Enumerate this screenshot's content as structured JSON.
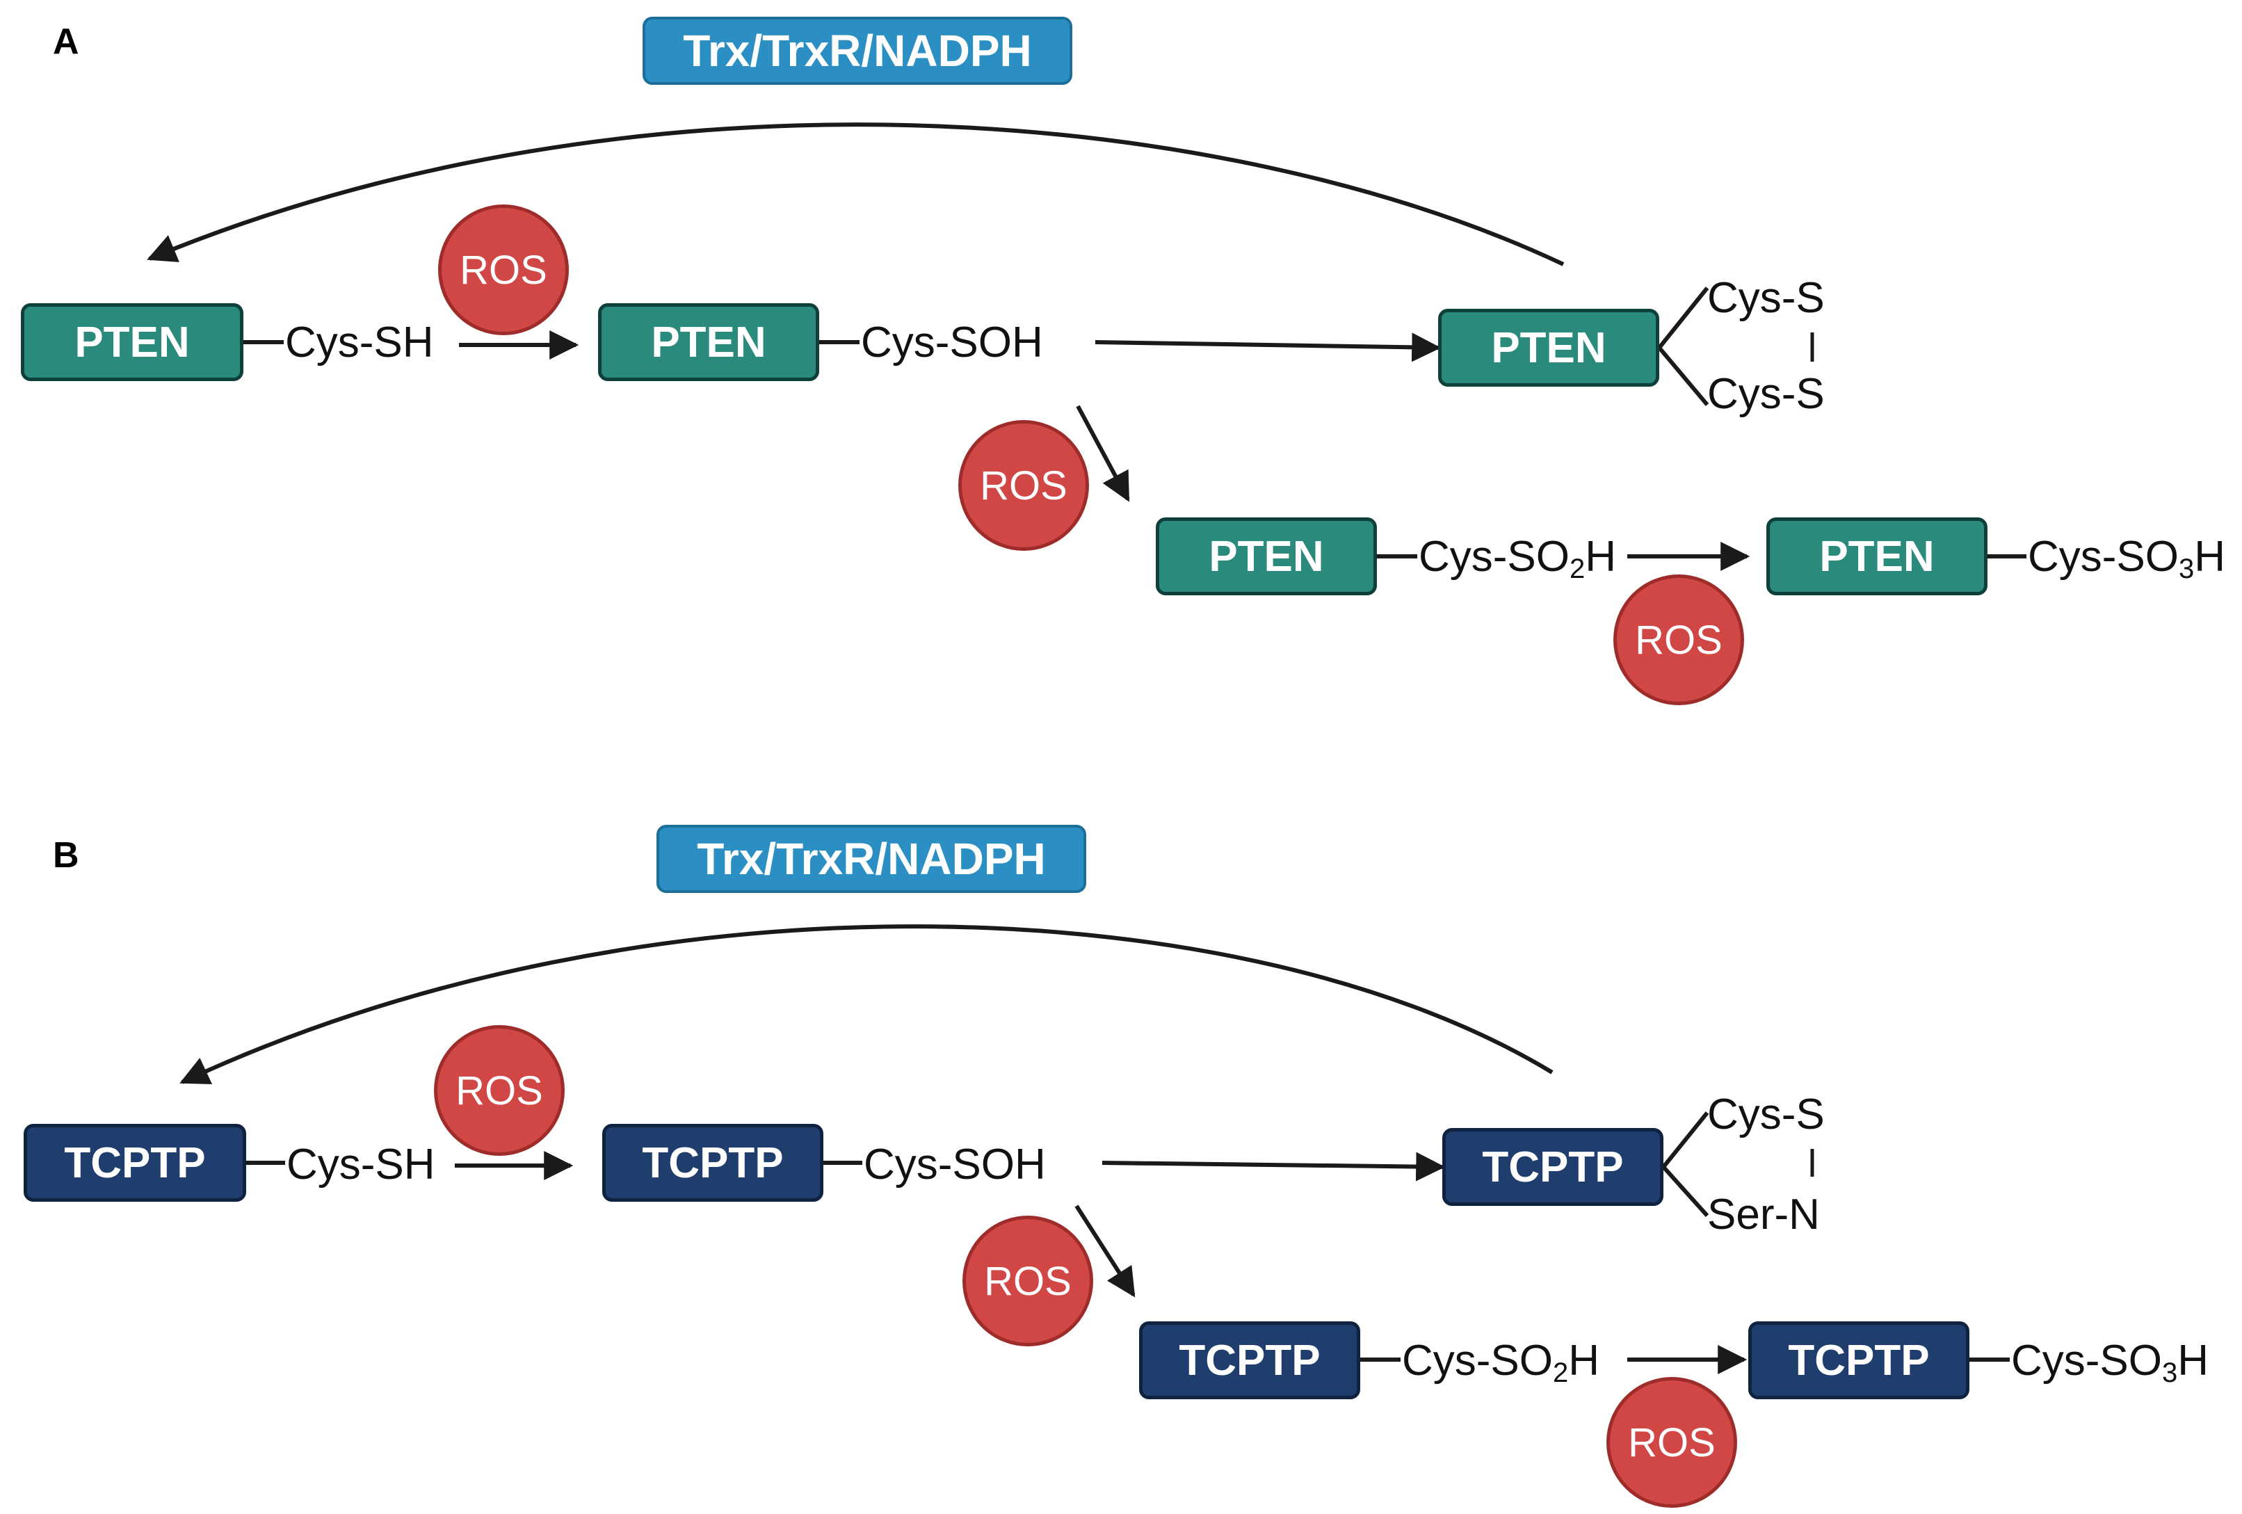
{
  "panel_a": {
    "label": "A",
    "reductant": "Trx/TrxR/NADPH",
    "protein": "PTEN",
    "states": {
      "thiol": "Cys-SH",
      "sulfenic": "Cys-SOH",
      "disulfide_top": "Cys-S",
      "disulfide_bond": "|",
      "disulfide_bottom": "Cys-S",
      "sulfinic_base": "Cys-SO",
      "sulfinic_sub": "2",
      "sulfinic_tail": "H",
      "sulfonic_base": "Cys-SO",
      "sulfonic_sub": "3",
      "sulfonic_tail": "H"
    },
    "oxidant": "ROS"
  },
  "panel_b": {
    "label": "B",
    "reductant": "Trx/TrxR/NADPH",
    "protein": "TCPTP",
    "states": {
      "thiol": "Cys-SH",
      "sulfenic": "Cys-SOH",
      "bond_top": "Cys-S",
      "bond_link": "|",
      "bond_bottom": "Ser-N",
      "sulfinic_base": "Cys-SO",
      "sulfinic_sub": "2",
      "sulfinic_tail": "H",
      "sulfonic_base": "Cys-SO",
      "sulfonic_sub": "3",
      "sulfonic_tail": "H"
    },
    "oxidant": "ROS"
  },
  "colors": {
    "pten": "#2a8a7c",
    "tcptp": "#1f3e6e",
    "reductant": "#2b8fc3",
    "ros": "#d14745",
    "arrow": "#1a1a1a"
  }
}
